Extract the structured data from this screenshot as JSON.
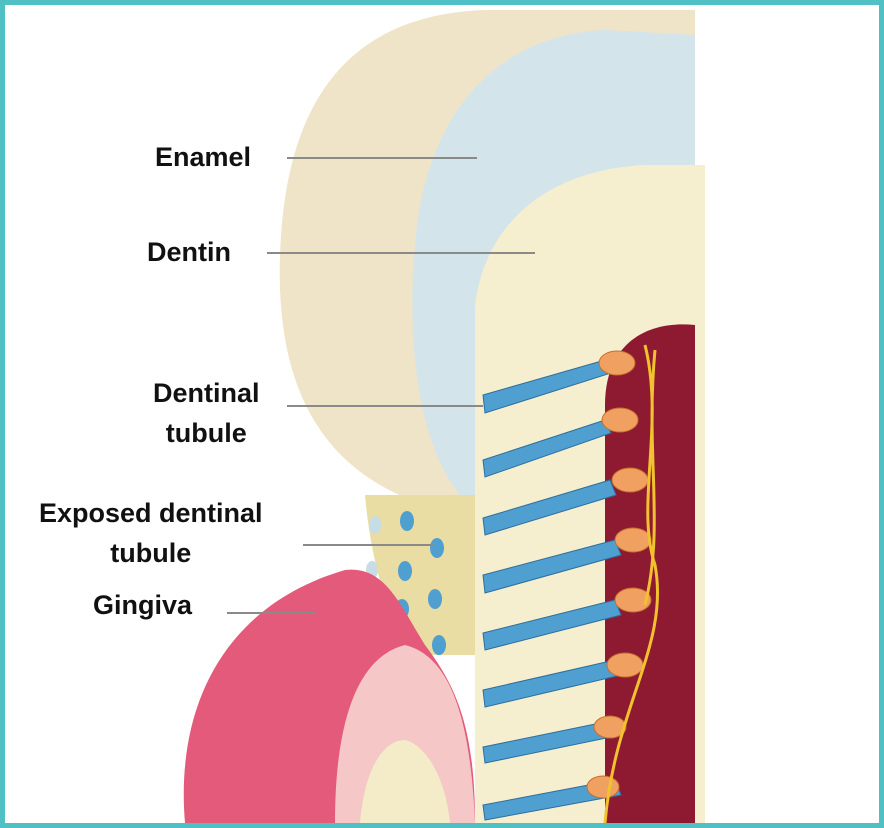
{
  "labels": {
    "enamel": "Enamel",
    "dentin": "Dentin",
    "dentinal_tubule_1": "Dentinal",
    "dentinal_tubule_2": "tubule",
    "exposed_1": "Exposed dentinal",
    "exposed_2": "tubule",
    "gingiva": "Gingiva"
  },
  "colors": {
    "border": "#4fc1c4",
    "enamel": "#d3e5ea",
    "dentin": "#f6efcf",
    "pulp": "#8e1a32",
    "gingiva": "#e45a7a",
    "tubule": "#4f9fd0",
    "nerve": "#f2c12e"
  }
}
